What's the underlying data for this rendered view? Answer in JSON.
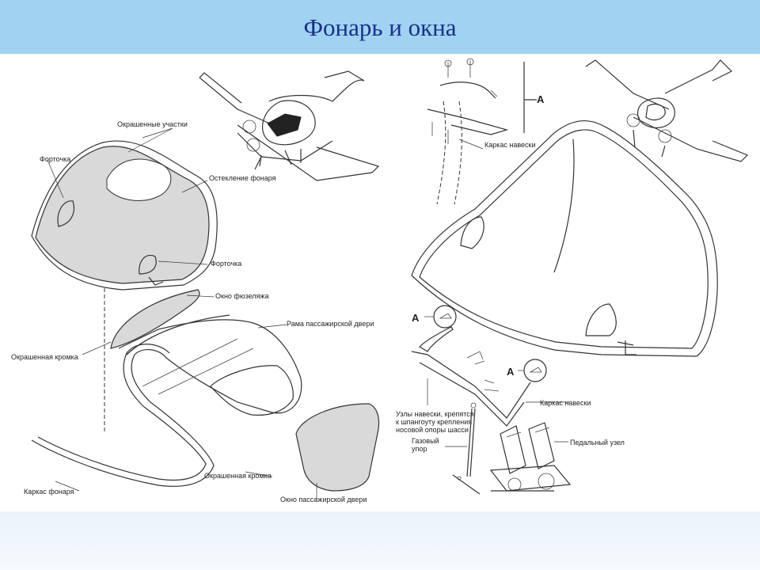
{
  "title": "Фонарь и окна",
  "left_labels": {
    "painted_areas": "Окрашенные участки",
    "vent_top": "Форточка",
    "canopy_glazing": "Остекление фонаря",
    "vent_bottom": "Форточка",
    "fuselage_window": "Окно фюзеляжа",
    "painted_edge_left": "Окрашенная кромка",
    "passenger_door_frame": "Рама пассажирской двери",
    "canopy_frame": "Каркас фонаря",
    "painted_edge_bottom": "Окрашенная кромка",
    "passenger_door_window": "Окно пассажирской двери"
  },
  "right_labels": {
    "detail_a_top": "A",
    "hinge_frame_top": "Каркас навески",
    "detail_a_left": "A",
    "detail_a_right": "A",
    "hinge_frame": "Каркас навески",
    "hinge_nodes": "Узлы навески, крепятся к шпангоуту крепления носовой опоры шасси",
    "gas_strut": "Газовый упор",
    "pedal_unit": "Педальный узел"
  },
  "colors": {
    "title_bar": "#9fd3f1",
    "title_text": "#1a2f8c",
    "glass": "#d9d9d9"
  }
}
